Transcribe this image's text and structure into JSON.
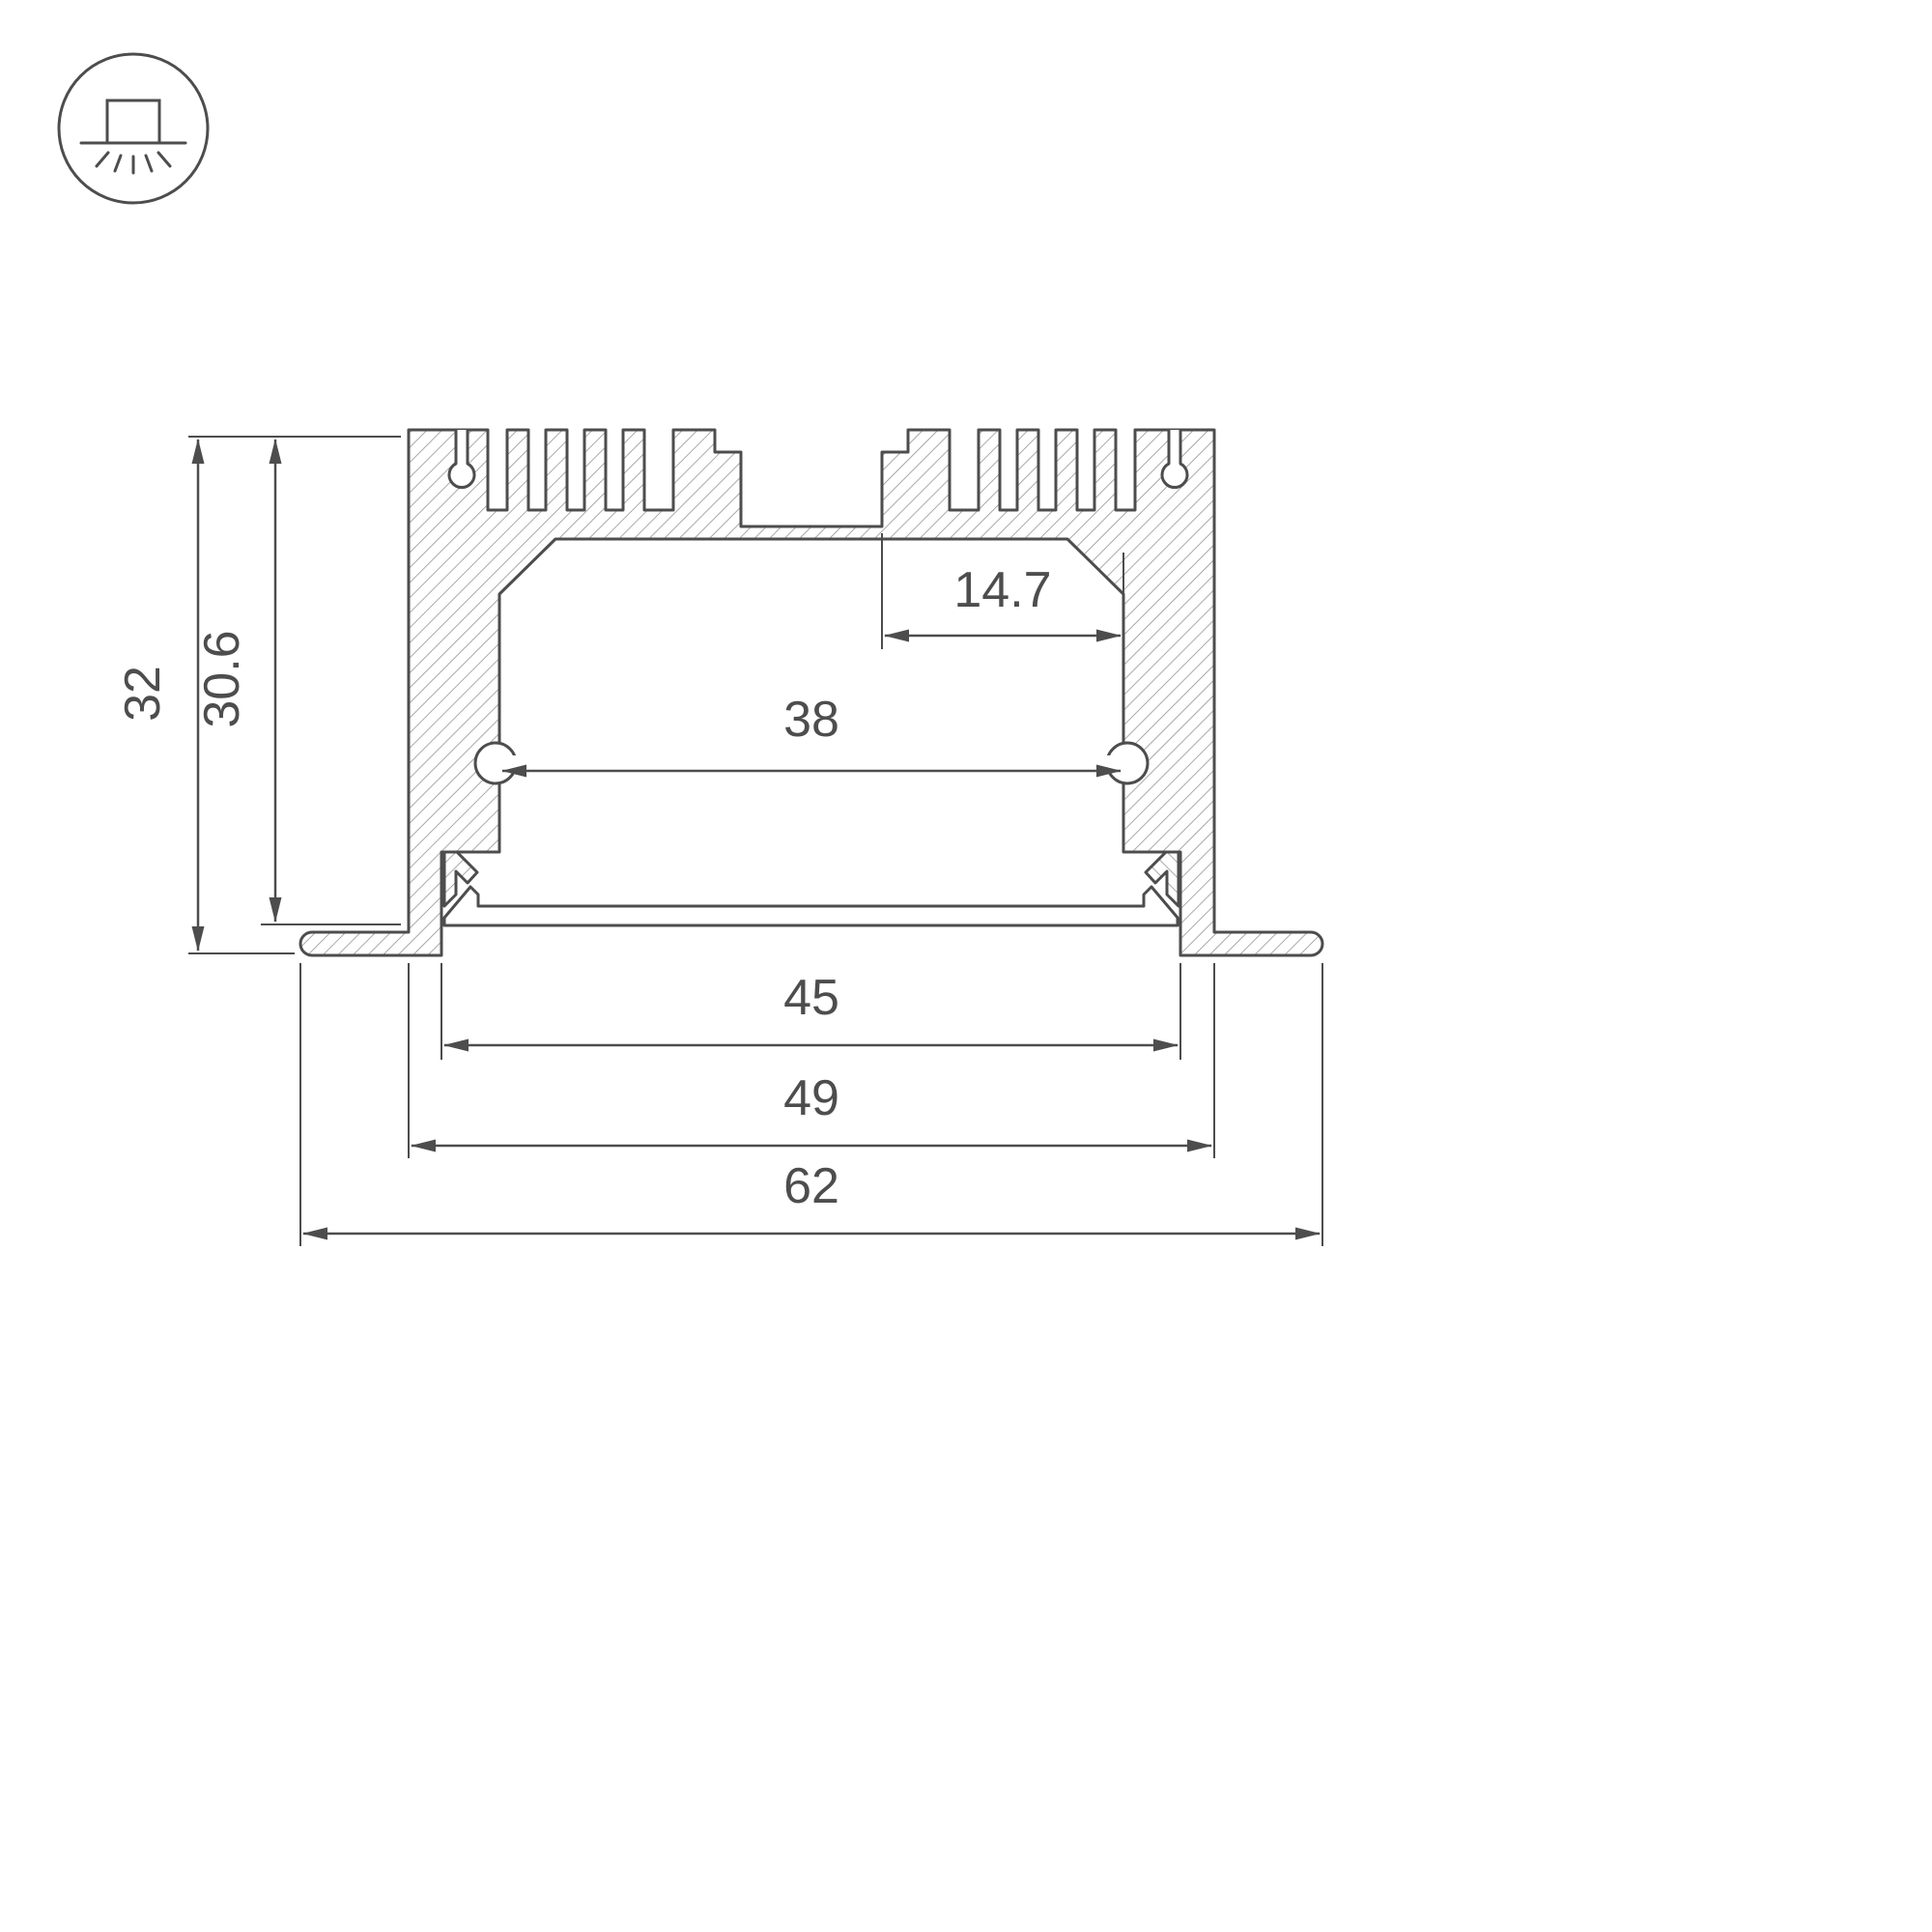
{
  "drawing": {
    "name": "led-profile-cross-section",
    "style": {
      "line_color": "#4d4d4d",
      "hatch_color": "#949494",
      "background": "#ffffff"
    },
    "icon": {
      "name": "recessed-mount-icon"
    },
    "dimensions": {
      "overall_height": "32",
      "inner_height": "30.6",
      "notch_to_wall": "14.7",
      "inner_width": "38",
      "opening_width": "45",
      "body_width": "49",
      "overall_width": "62"
    }
  }
}
